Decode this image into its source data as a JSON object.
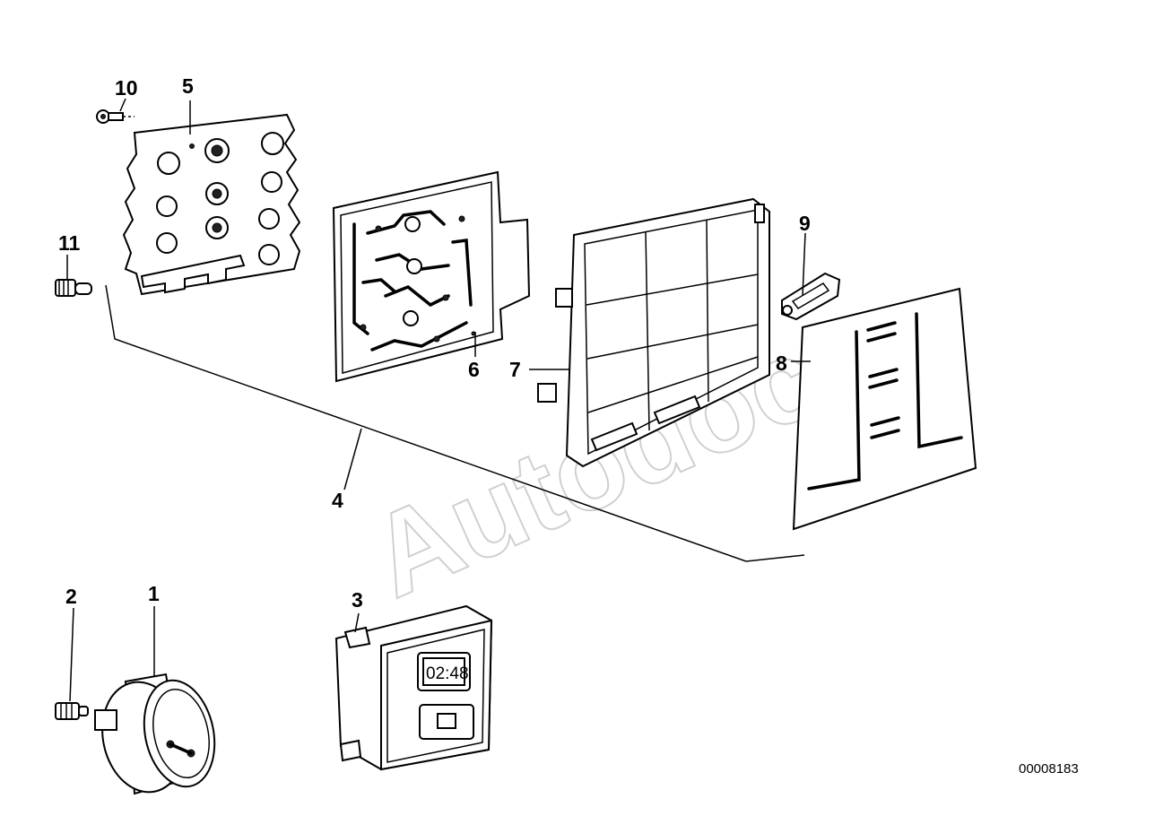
{
  "watermark": "Autodoc",
  "drawing_number": "00008183",
  "callouts": [
    {
      "id": "c1",
      "label": "1"
    },
    {
      "id": "c2",
      "label": "2"
    },
    {
      "id": "c3",
      "label": "3"
    },
    {
      "id": "c4",
      "label": "4"
    },
    {
      "id": "c5",
      "label": "5"
    },
    {
      "id": "c6",
      "label": "6"
    },
    {
      "id": "c7",
      "label": "7"
    },
    {
      "id": "c8",
      "label": "8"
    },
    {
      "id": "c9",
      "label": "9"
    },
    {
      "id": "c10",
      "label": "10"
    },
    {
      "id": "c11",
      "label": "11"
    }
  ],
  "clock_display": "02:48"
}
